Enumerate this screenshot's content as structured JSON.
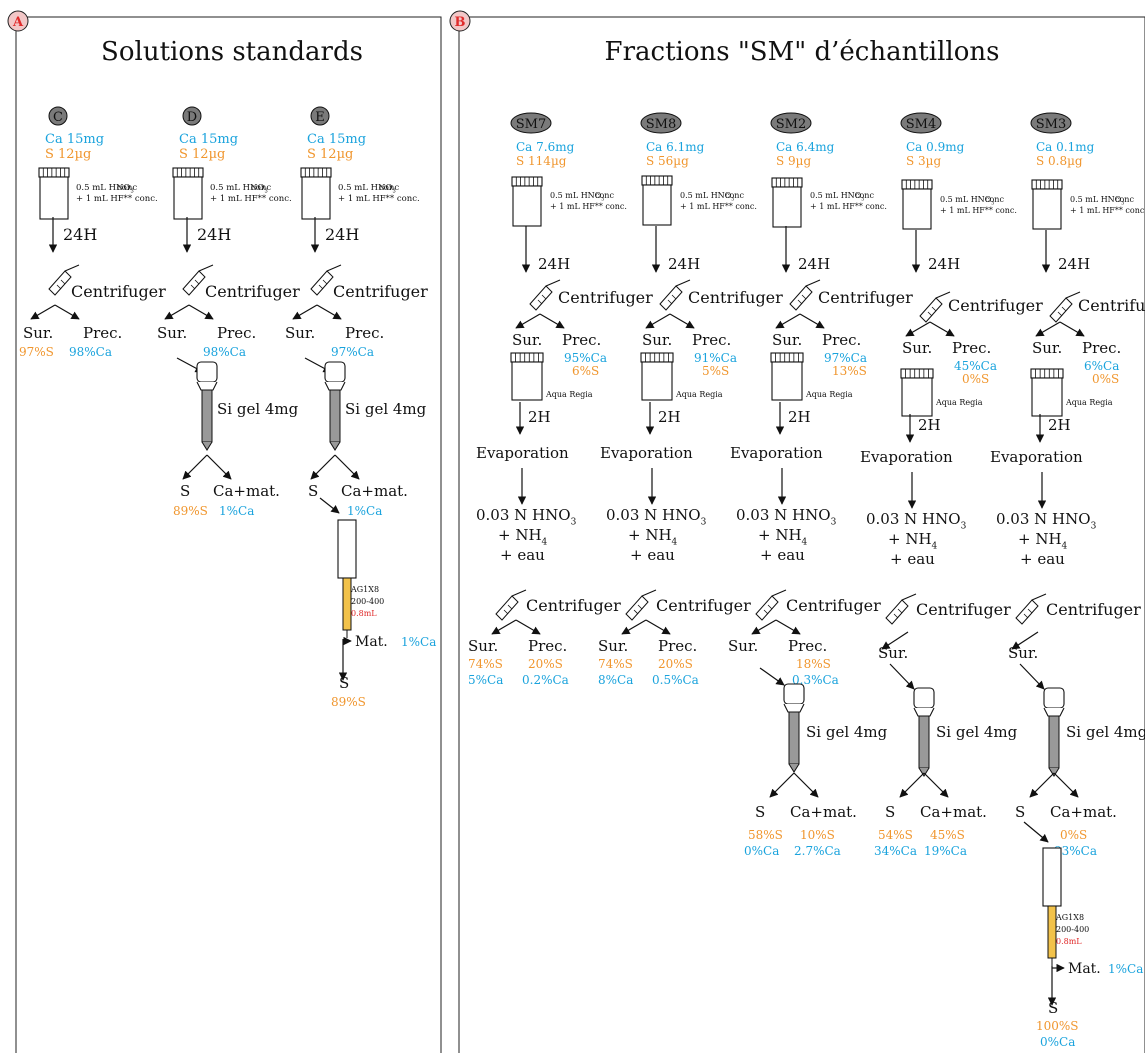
{
  "colors": {
    "blue": "#1aa3dd",
    "orange": "#f0962e",
    "red": "#e02a2a",
    "badge_grey": "#7a7a7a",
    "resin": "#f2c24a"
  },
  "panel_a": {
    "badge": "A",
    "title": "Solutions standards",
    "columns": [
      {
        "id": "C",
        "ca": "Ca 15mg",
        "s": "S 12µg",
        "acid1": "0.5 mL HNO",
        "acid1b": "conc",
        "acid2": "+ 1 mL HF** conc.",
        "time": "24H",
        "centrifuge": "Centrifuger",
        "sur": "Sur.",
        "prec": "Prec.",
        "sur_val": "97%S",
        "prec_val": "98%Ca"
      },
      {
        "id": "D",
        "ca": "Ca 15mg",
        "s": "S 12µg",
        "acid1": "0.5 mL HNO",
        "acid1b": "conc",
        "acid2": "+ 1 mL HF** conc.",
        "time": "24H",
        "centrifuge": "Centrifuger",
        "sur": "Sur.",
        "prec": "Prec.",
        "prec_val": "98%Ca",
        "gel": "Si gel 4mg",
        "out_s": "S",
        "out_ca": "Ca+mat.",
        "out_s_val": "89%S",
        "out_ca_val": "1%Ca"
      },
      {
        "id": "E",
        "ca": "Ca 15mg",
        "s": "S 12µg",
        "acid1": "0.5 mL HNO",
        "acid1b": "conc",
        "acid2": "+ 1 mL HF** conc.",
        "time": "24H",
        "centrifuge": "Centrifuger",
        "sur": "Sur.",
        "prec": "Prec.",
        "prec_val": "97%Ca",
        "gel": "Si gel 4mg",
        "out_s": "S",
        "out_ca": "Ca+mat.",
        "out_ca_val": "1%Ca",
        "resin1": "AG1X8",
        "resin2": "200-400",
        "resin3": "0.8mL",
        "mat": "Mat.",
        "mat_val": "1%Ca",
        "final_s": "S",
        "final_s_val": "89%S"
      }
    ]
  },
  "panel_b": {
    "badge": "B",
    "title": "Fractions \"SM\" d’échantillons",
    "aqua": "Aqua Regia",
    "evap": "Evaporation",
    "dil1": "0.03 N HNO",
    "dil2": "+ NH",
    "dil3": "+ eau",
    "time2": "2H",
    "columns": [
      {
        "id": "SM7",
        "ca": "Ca 7.6mg",
        "s": "S 114µg",
        "prec1_ca": "95%Ca",
        "prec1_s": "6%S",
        "sur2_s": "74%S",
        "sur2_ca": "5%Ca",
        "prec2_s": "20%S",
        "prec2_ca": "0.2%Ca"
      },
      {
        "id": "SM8",
        "ca": "Ca 6.1mg",
        "s": "S 56µg",
        "prec1_ca": "91%Ca",
        "prec1_s": "5%S",
        "sur2_s": "74%S",
        "sur2_ca": "8%Ca",
        "prec2_s": "20%S",
        "prec2_ca": "0.5%Ca"
      },
      {
        "id": "SM2",
        "ca": "Ca 6.4mg",
        "s": "S 9µg",
        "prec1_ca": "97%Ca",
        "prec1_s": "13%S",
        "prec2_s": "18%S",
        "prec2_ca": "0.3%Ca",
        "out_s_s": "58%S",
        "out_s_ca": "0%Ca",
        "out_ca_s": "10%S",
        "out_ca_ca": "2.7%Ca"
      },
      {
        "id": "SM4",
        "ca": "Ca 0.9mg",
        "s": "S 3µg",
        "prec1_ca": "45%Ca",
        "prec1_s": "0%S",
        "out_s_s": "54%S",
        "out_s_ca": "34%Ca",
        "out_ca_s": "45%S",
        "out_ca_ca": "19%Ca"
      },
      {
        "id": "SM3",
        "ca": "Ca 0.1mg",
        "s": "S 0.8µg",
        "prec1_ca": "6%Ca",
        "prec1_s": "0%S",
        "out_ca_s": "0%S",
        "out_ca_ca": "93%Ca",
        "mat": "Mat.",
        "mat_val": "1%Ca",
        "final_s": "S",
        "final_s_val": "100%S",
        "final_ca_val": "0%Ca"
      }
    ]
  }
}
